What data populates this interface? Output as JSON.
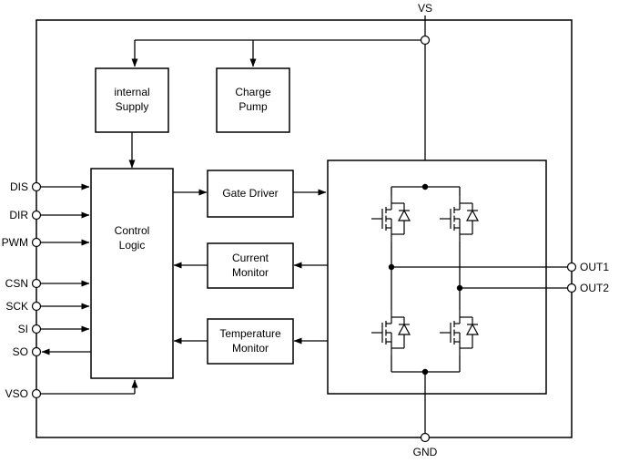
{
  "colors": {
    "line": "#000000",
    "background": "#ffffff"
  },
  "pins": {
    "vs": "VS",
    "gnd": "GND",
    "out1": "OUT1",
    "out2": "OUT2",
    "dis": "DIS",
    "dir": "DIR",
    "pwm": "PWM",
    "csn": "CSN",
    "sck": "SCK",
    "si": "SI",
    "so": "SO",
    "vso": "VSO"
  },
  "blocks": {
    "internal_supply": {
      "line1": "internal",
      "line2": "Supply"
    },
    "charge_pump": {
      "line1": "Charge",
      "line2": "Pump"
    },
    "control_logic": {
      "line1": "Control",
      "line2": "Logic"
    },
    "gate_driver": {
      "label": "Gate Driver"
    },
    "current_monitor": {
      "line1": "Current",
      "line2": "Monitor"
    },
    "temperature_monitor": {
      "line1": "Temperature",
      "line2": "Monitor"
    }
  }
}
